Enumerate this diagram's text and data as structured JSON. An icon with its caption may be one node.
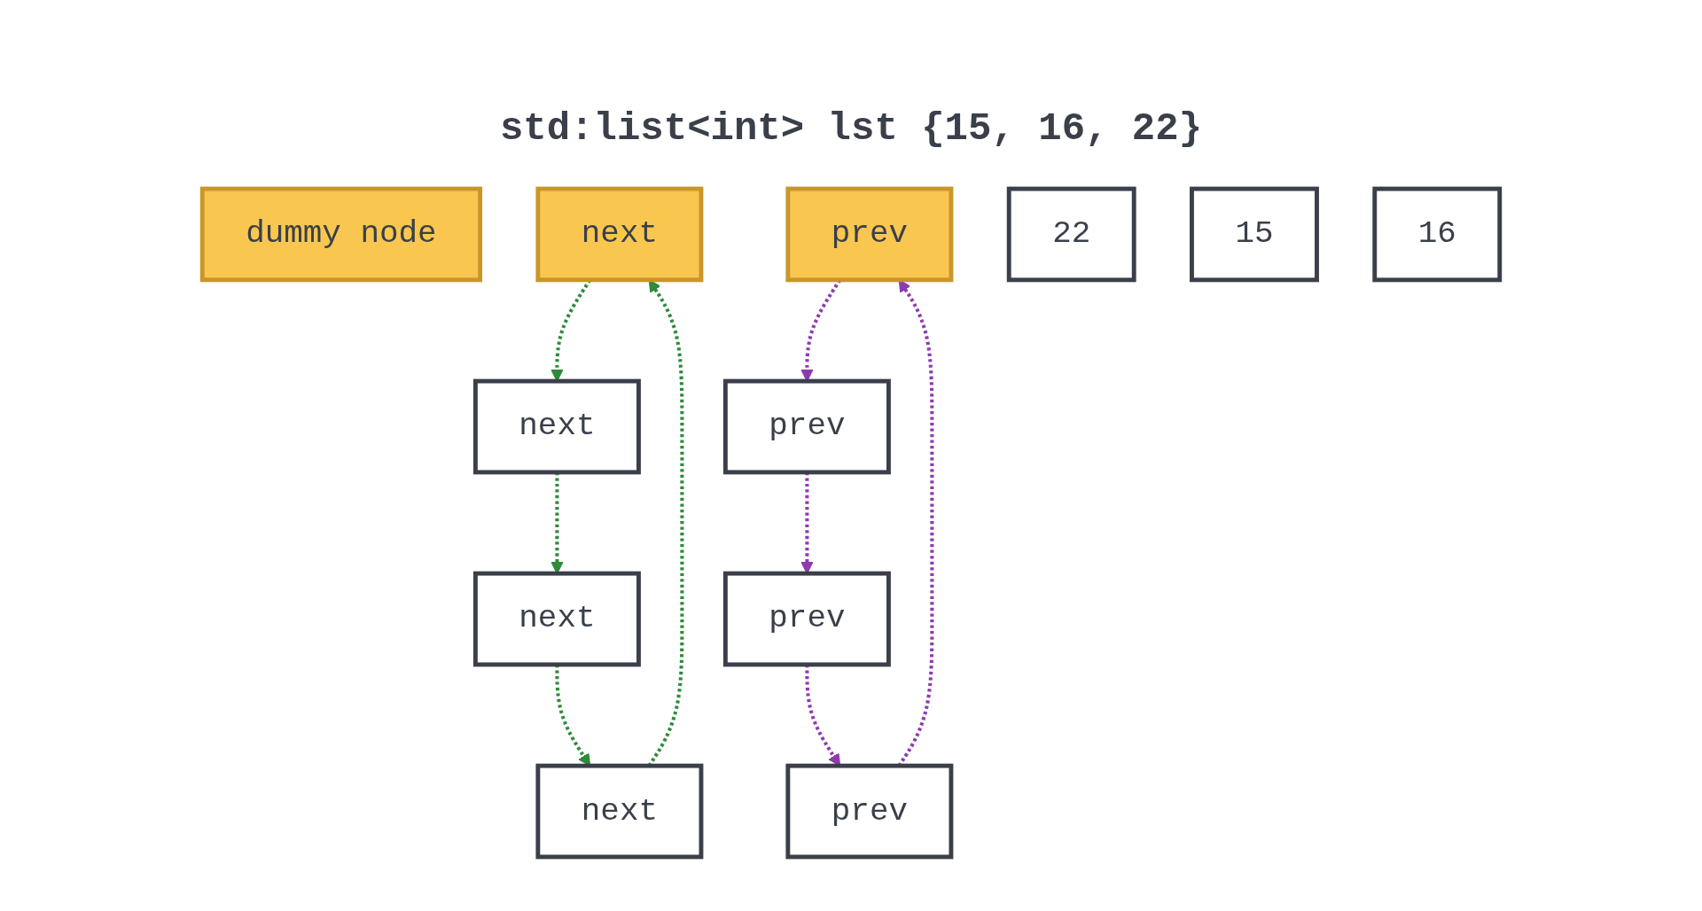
{
  "diagram": {
    "title": "std:list<int> lst {15, 16, 22}",
    "nodes": [
      {
        "text": [
          "dummy node"
        ]
      },
      {
        "text": [
          "next"
        ]
      },
      {
        "text": [
          "prev"
        ]
      },
      {
        "text": [
          "22"
        ]
      },
      {
        "text": [
          "next"
        ]
      },
      {
        "text": [
          "prev"
        ]
      },
      {
        "text": [
          "15"
        ]
      },
      {
        "text": [
          "next"
        ]
      },
      {
        "text": [
          "prev"
        ]
      },
      {
        "text": [
          "16"
        ]
      },
      {
        "text": [
          "next"
        ]
      },
      {
        "text": [
          "prev"
        ]
      }
    ],
    "edges": [
      {
        "from": 1,
        "to": 7,
        "arrow": "to",
        "style": "dashed",
        "color": "#2e8b3a"
      },
      {
        "from": 2,
        "to": 5,
        "arrow": "to",
        "style": "dashed",
        "color": "#8e3bb0"
      },
      {
        "from": 4,
        "to": 1,
        "arrow": "to",
        "style": "dashed",
        "color": "#2e8b3a"
      },
      {
        "from": 8,
        "to": 2,
        "arrow": "to",
        "style": "dashed",
        "color": "#8e3bb0"
      },
      {
        "from": 7,
        "to": 10,
        "arrow": "to",
        "style": "dashed",
        "color": "#2e8b3a"
      },
      {
        "from": 11,
        "to": 8,
        "arrow": "to",
        "style": "dashed",
        "color": "#8e3bb0"
      },
      {
        "from": 5,
        "to": 11,
        "arrow": "to",
        "style": "dashed",
        "color": "#8e3bb0"
      },
      {
        "from": 10,
        "to": 4,
        "arrow": "to",
        "style": "dashed",
        "color": "#2e8b3a"
      }
    ]
  }
}
